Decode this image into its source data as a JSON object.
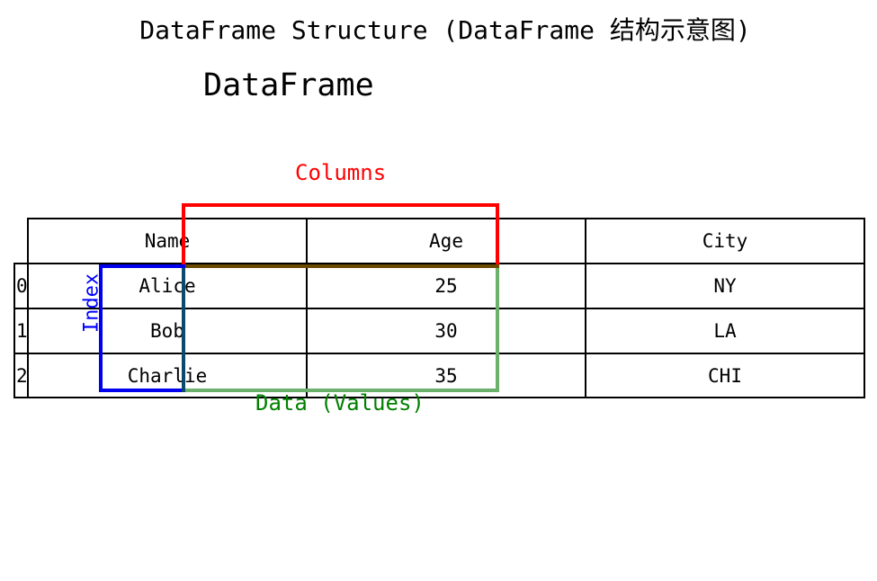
{
  "title": "DataFrame Structure (DataFrame 结构示意图)",
  "subtitle": "DataFrame",
  "annotations": {
    "columns_label": "Columns",
    "data_label": "Data (Values)",
    "index_label": "Index",
    "colors": {
      "columns": "#ff0000",
      "data": "#6bb16b",
      "data_text": "#008000",
      "index": "#0000ee"
    }
  },
  "table": {
    "columns": [
      "Name",
      "Age",
      "City"
    ],
    "index": [
      "0",
      "1",
      "2"
    ],
    "rows": [
      [
        "Alice",
        "25",
        "NY"
      ],
      [
        "Bob",
        "30",
        "LA"
      ],
      [
        "Charlie",
        "35",
        "CHI"
      ]
    ]
  }
}
